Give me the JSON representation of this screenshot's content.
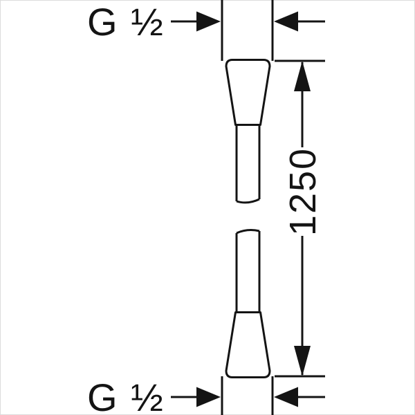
{
  "colors": {
    "ink": "#141414",
    "background": "#ffffff",
    "frame": "#dcdcdc"
  },
  "icons": {
    "arrow_right": "▶",
    "arrow_left": "◀",
    "arrow_up": "▲",
    "arrow_down": "▼"
  },
  "top_dimension": {
    "thread_label": "G ½"
  },
  "bottom_dimension": {
    "thread_label": "G ½"
  },
  "length_dimension": {
    "value": "1250"
  }
}
